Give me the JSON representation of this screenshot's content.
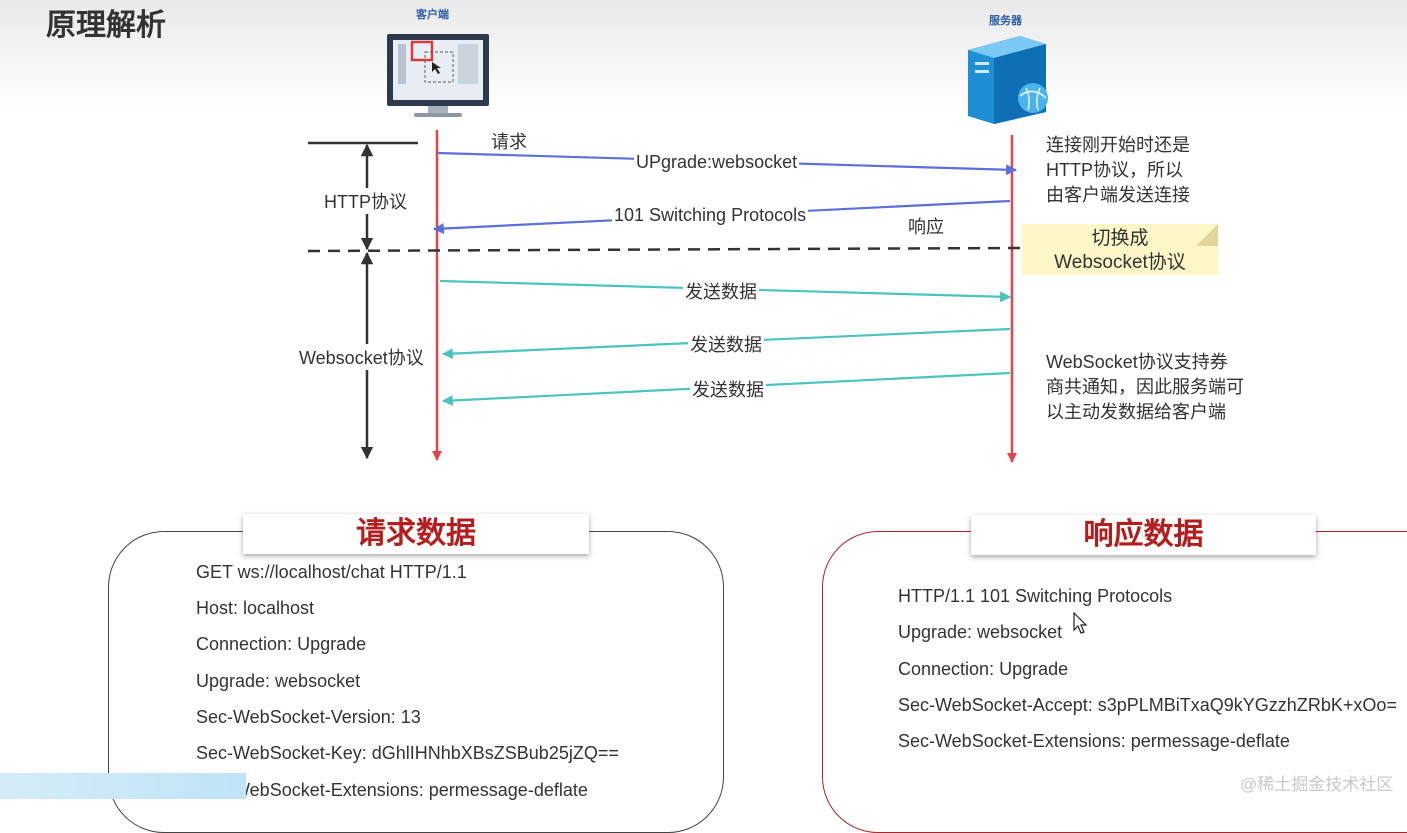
{
  "title": "原理解析",
  "client_label": "客户端",
  "server_label": "服务器",
  "arrows": {
    "request": "请求",
    "upgrade": "UPgrade:websocket",
    "switching": "101 Switching Protocols",
    "response": "响应",
    "send1": "发送数据",
    "send2": "发送数据",
    "send3": "发送数据"
  },
  "phases": {
    "http": "HTTP协议",
    "websocket": "Websocket协议"
  },
  "notes": {
    "http_line1": "连接刚开始时还是",
    "http_line2": "HTTP协议，所以",
    "http_line3": "由客户端发送连接",
    "switch_line1": "切换成",
    "switch_line2": "Websocket协议",
    "ws_line1": "WebSocket协议支持券",
    "ws_line2": "商共通知，因此服务端可",
    "ws_line3": "以主动发数据给客户端"
  },
  "request_box": {
    "title": "请求数据",
    "lines": [
      "GET ws://localhost/chat HTTP/1.1",
      "Host: localhost",
      "Connection: Upgrade",
      "Upgrade: websocket",
      "Sec-WebSocket-Version: 13",
      "Sec-WebSocket-Key: dGhlIHNhbXBsZSBub25jZQ==",
      "Sec-WebSocket-Extensions: permessage-deflate"
    ]
  },
  "response_box": {
    "title": "响应数据",
    "lines": [
      "HTTP/1.1 101 Switching Protocols",
      "Upgrade: websocket",
      "Connection: Upgrade",
      "Sec-WebSocket-Accept: s3pPLMBiTxaQ9kYGzzhZRbK+xOo=",
      "Sec-WebSocket-Extensions: permessage-deflate"
    ]
  },
  "watermark": "@稀土掘金技术社区",
  "colors": {
    "lifeline": "#e0454f",
    "http_arrow": "#5d6fd8",
    "ws_arrow": "#4cc4bd",
    "title_red": "#b41d1d"
  }
}
